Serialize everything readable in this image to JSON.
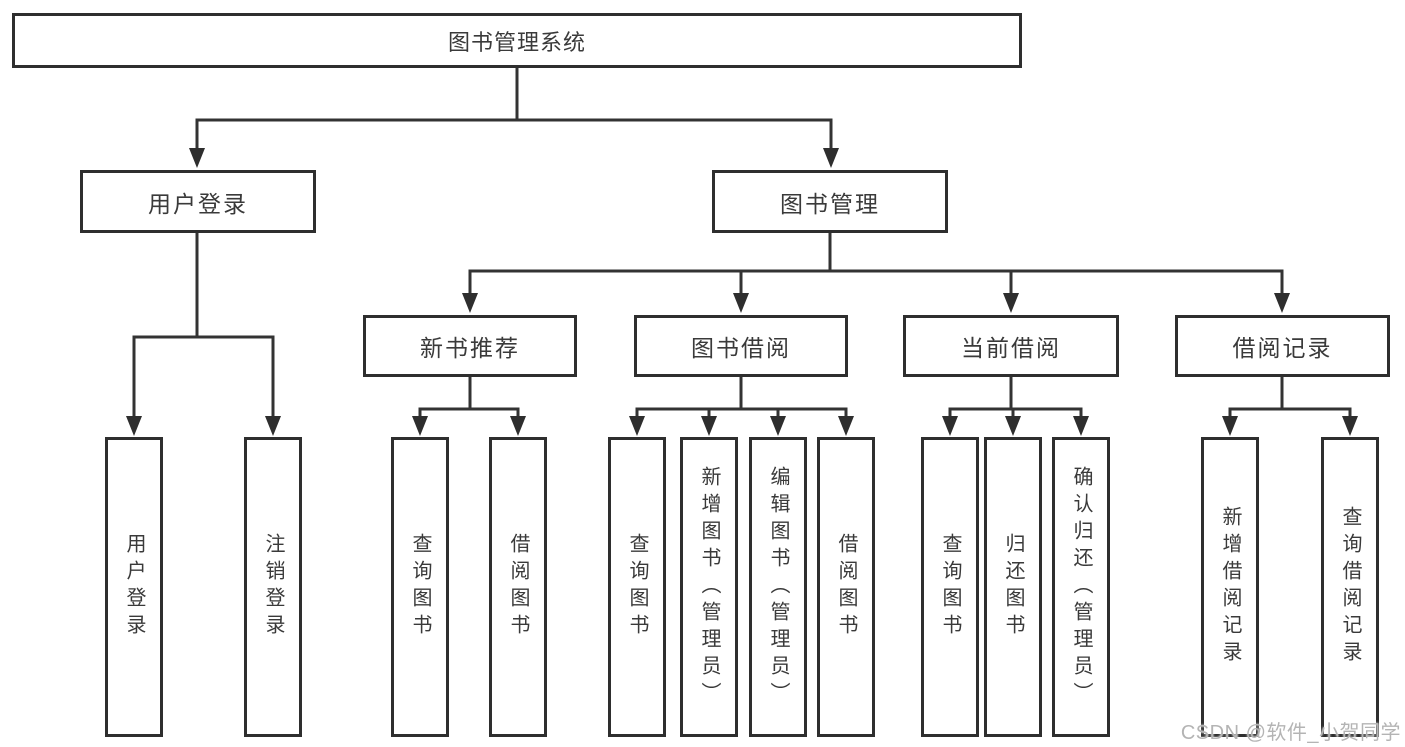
{
  "diagram": {
    "root": {
      "label": "图书管理系统"
    },
    "level2": [
      {
        "id": "user-login",
        "label": "用户登录",
        "parent": "图书管理系统"
      },
      {
        "id": "book-management",
        "label": "图书管理",
        "parent": "图书管理系统"
      }
    ],
    "level3": [
      {
        "id": "new-book-recommend",
        "label": "新书推荐",
        "parent": "图书管理"
      },
      {
        "id": "book-borrow",
        "label": "图书借阅",
        "parent": "图书管理"
      },
      {
        "id": "current-borrow",
        "label": "当前借阅",
        "parent": "图书管理"
      },
      {
        "id": "borrow-records",
        "label": "借阅记录",
        "parent": "图书管理"
      }
    ],
    "leaves": [
      {
        "label": "用户登录",
        "parent": "用户登录"
      },
      {
        "label": "注销登录",
        "parent": "用户登录"
      },
      {
        "label": "查询图书",
        "parent": "新书推荐"
      },
      {
        "label": "借阅图书",
        "parent": "新书推荐"
      },
      {
        "label": "查询图书",
        "parent": "图书借阅"
      },
      {
        "label": "新增图书（管理员）",
        "parent": "图书借阅"
      },
      {
        "label": "编辑图书（管理员）",
        "parent": "图书借阅"
      },
      {
        "label": "借阅图书",
        "parent": "图书借阅"
      },
      {
        "label": "查询图书",
        "parent": "当前借阅"
      },
      {
        "label": "归还图书",
        "parent": "当前借阅"
      },
      {
        "label": "确认归还（管理员）",
        "parent": "当前借阅"
      },
      {
        "label": "新增借阅记录",
        "parent": "借阅记录"
      },
      {
        "label": "查询借阅记录",
        "parent": "借阅记录"
      }
    ]
  },
  "watermark": {
    "text": "CSDN @软件_小贺同学",
    "color": "#b4b4b4"
  },
  "colors": {
    "line": "#333333",
    "box_border": "#2e2e2e",
    "text": "#3a3a3a",
    "background": "#ffffff"
  }
}
